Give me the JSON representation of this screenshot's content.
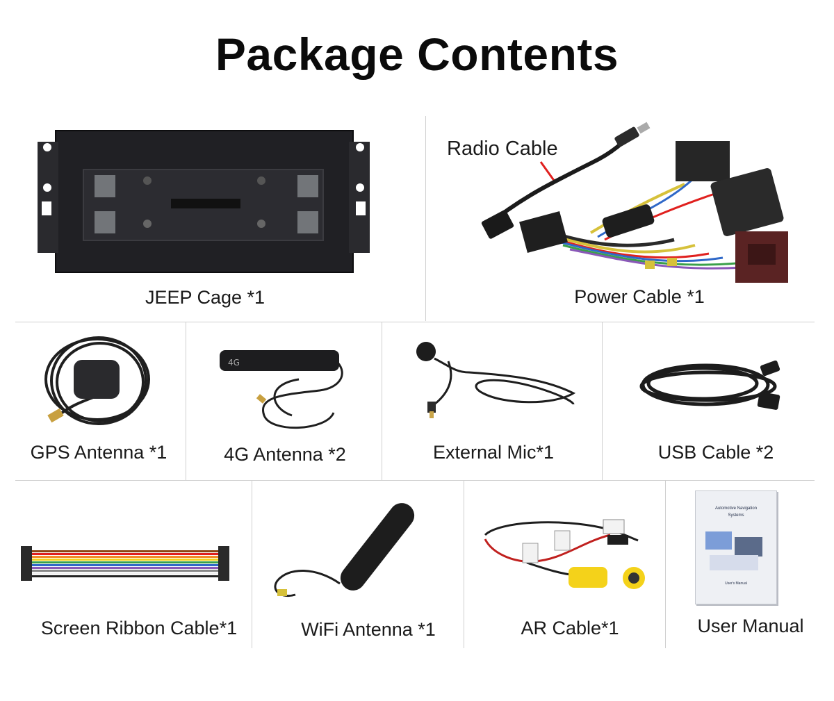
{
  "page": {
    "title": "Package Contents"
  },
  "items": [
    {
      "label": "JEEP Cage *1"
    },
    {
      "label": "Power Cable *1",
      "callout": "Radio Cable"
    },
    {
      "label": "GPS Antenna *1"
    },
    {
      "label": "4G Antenna *2",
      "antenna_text": "4G"
    },
    {
      "label": "External Mic*1"
    },
    {
      "label": "USB Cable *2"
    },
    {
      "label": "Screen Ribbon Cable*1"
    },
    {
      "label": "WiFi Antenna *1"
    },
    {
      "label": "AR Cable*1"
    },
    {
      "label": "User Manual",
      "manual_title_1": "Automotive Navigation",
      "manual_title_2": "Systems",
      "manual_footer": "User's Manual"
    }
  ],
  "colors": {
    "accent_red": "#e0201e",
    "cable_yellow": "#f4d21a",
    "device_black": "#1c1c1e"
  }
}
